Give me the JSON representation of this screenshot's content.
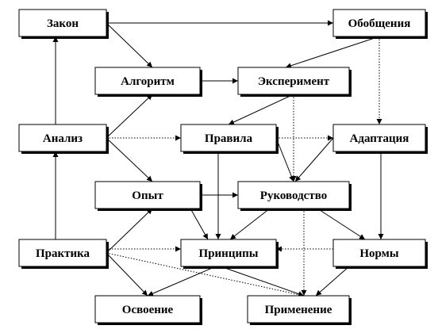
{
  "nodes": [
    {
      "id": "zakon",
      "label": "Закон"
    },
    {
      "id": "obobshcheniya",
      "label": "Обобщения"
    },
    {
      "id": "algoritm",
      "label": "Алгоритм"
    },
    {
      "id": "eksperiment",
      "label": "Эксперимент"
    },
    {
      "id": "analiz",
      "label": "Анализ"
    },
    {
      "id": "pravila",
      "label": "Правила"
    },
    {
      "id": "adaptatsiya",
      "label": "Адаптация"
    },
    {
      "id": "opyt",
      "label": "Опыт"
    },
    {
      "id": "rukovodstvo",
      "label": "Руководство"
    },
    {
      "id": "praktika",
      "label": "Практика"
    },
    {
      "id": "printsipy",
      "label": "Принципы"
    },
    {
      "id": "normy",
      "label": "Нормы"
    },
    {
      "id": "osvoenie",
      "label": "Освоение"
    },
    {
      "id": "primenenie",
      "label": "Применение"
    }
  ],
  "edges": [
    {
      "from": "zakon",
      "to": "obobshcheniya",
      "style": "solid"
    },
    {
      "from": "zakon",
      "to": "algoritm",
      "style": "solid"
    },
    {
      "from": "obobshcheniya",
      "to": "eksperiment",
      "style": "solid"
    },
    {
      "from": "obobshcheniya",
      "to": "adaptatsiya",
      "style": "dotted"
    },
    {
      "from": "algoritm",
      "to": "eksperiment",
      "style": "solid"
    },
    {
      "from": "eksperiment",
      "to": "pravila",
      "style": "solid"
    },
    {
      "from": "eksperiment",
      "to": "rukovodstvo",
      "style": "dotted"
    },
    {
      "from": "analiz",
      "to": "zakon",
      "style": "solid"
    },
    {
      "from": "analiz",
      "to": "algoritm",
      "style": "solid"
    },
    {
      "from": "analiz",
      "to": "pravila",
      "style": "dotted"
    },
    {
      "from": "analiz",
      "to": "opyt",
      "style": "solid"
    },
    {
      "from": "pravila",
      "to": "adaptatsiya",
      "style": "dotted"
    },
    {
      "from": "pravila",
      "to": "rukovodstvo",
      "style": "solid"
    },
    {
      "from": "pravila",
      "to": "printsipy",
      "style": "solid"
    },
    {
      "from": "adaptatsiya",
      "to": "rukovodstvo",
      "style": "solid"
    },
    {
      "from": "adaptatsiya",
      "to": "normy",
      "style": "solid"
    },
    {
      "from": "opyt",
      "to": "rukovodstvo",
      "style": "solid"
    },
    {
      "from": "opyt",
      "to": "printsipy",
      "style": "solid"
    },
    {
      "from": "rukovodstvo",
      "to": "printsipy",
      "style": "solid"
    },
    {
      "from": "rukovodstvo",
      "to": "normy",
      "style": "solid"
    },
    {
      "from": "rukovodstvo",
      "to": "primenenie",
      "style": "dotted"
    },
    {
      "from": "praktika",
      "to": "analiz",
      "style": "solid"
    },
    {
      "from": "praktika",
      "to": "opyt",
      "style": "solid"
    },
    {
      "from": "praktika",
      "to": "printsipy",
      "style": "dotted"
    },
    {
      "from": "praktika",
      "to": "osvoenie",
      "style": "solid"
    },
    {
      "from": "praktika",
      "to": "primenenie",
      "style": "dotted"
    },
    {
      "from": "printsipy",
      "to": "osvoenie",
      "style": "solid"
    },
    {
      "from": "printsipy",
      "to": "primenenie",
      "style": "solid"
    },
    {
      "from": "normy",
      "to": "printsipy",
      "style": "dotted"
    },
    {
      "from": "normy",
      "to": "primenenie",
      "style": "solid"
    }
  ]
}
